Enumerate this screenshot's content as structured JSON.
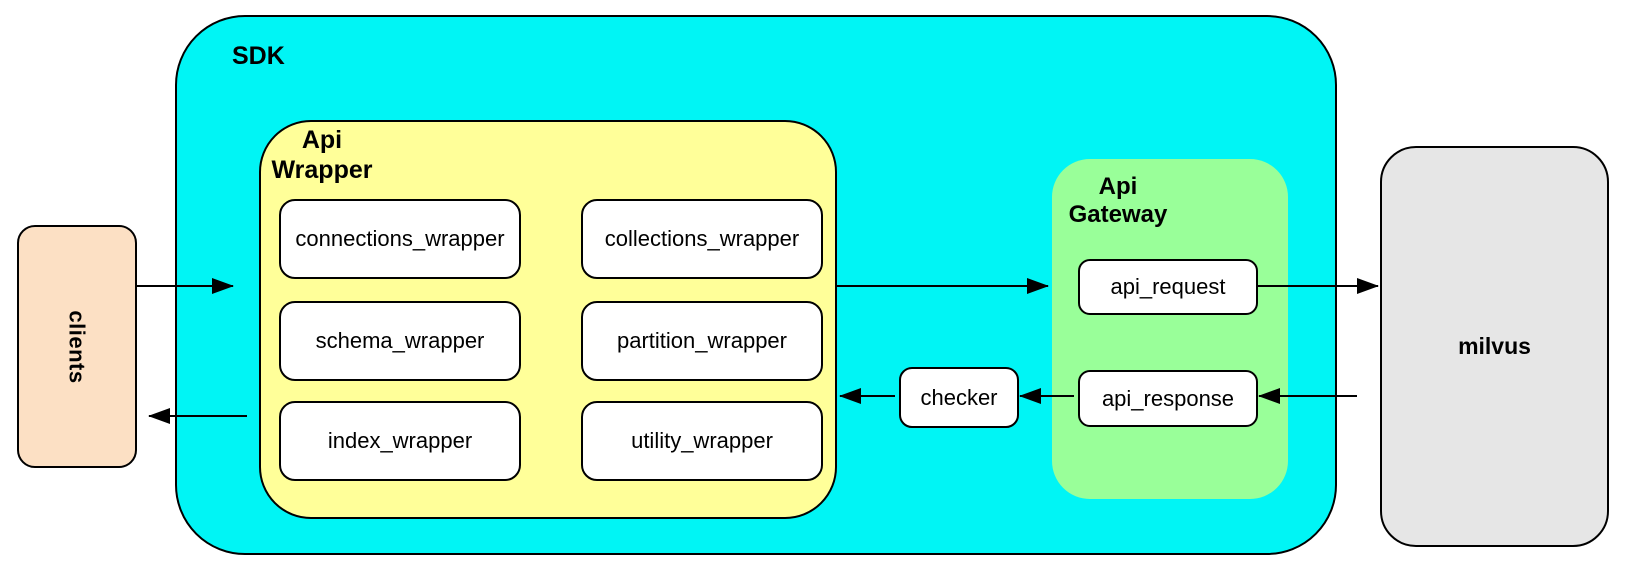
{
  "colors": {
    "canvas_bg": "#FFFFFF",
    "sdk_fill": "#00F5F5",
    "wrapper_fill": "#FFFF99",
    "gateway_fill": "#99FF99",
    "clients_fill": "#FCE0C4",
    "milvus_fill": "#E6E6E6",
    "node_fill": "#FFFFFF",
    "stroke": "#000000"
  },
  "nodes": {
    "clients": {
      "label": "clients"
    },
    "sdk": {
      "label": "SDK"
    },
    "api_wrapper": {
      "label_line1": "Api",
      "label_line2": "Wrapper",
      "children": [
        {
          "label": "connections_wrapper"
        },
        {
          "label": "collections_wrapper"
        },
        {
          "label": "schema_wrapper"
        },
        {
          "label": "partition_wrapper"
        },
        {
          "label": "index_wrapper"
        },
        {
          "label": "utility_wrapper"
        }
      ]
    },
    "checker": {
      "label": "checker"
    },
    "api_gateway": {
      "label_line1": "Api",
      "label_line2": "Gateway",
      "children": [
        {
          "label": "api_request"
        },
        {
          "label": "api_response"
        }
      ]
    },
    "milvus": {
      "label": "milvus"
    }
  },
  "edges": [
    {
      "from": "clients",
      "to": "sdk"
    },
    {
      "from": "api_wrapper",
      "to": "clients"
    },
    {
      "from": "api_wrapper",
      "to": "api_gateway"
    },
    {
      "from": "api_request",
      "to": "milvus"
    },
    {
      "from": "milvus",
      "to": "api_response"
    },
    {
      "from": "api_response",
      "to": "checker"
    },
    {
      "from": "checker",
      "to": "api_wrapper"
    }
  ]
}
